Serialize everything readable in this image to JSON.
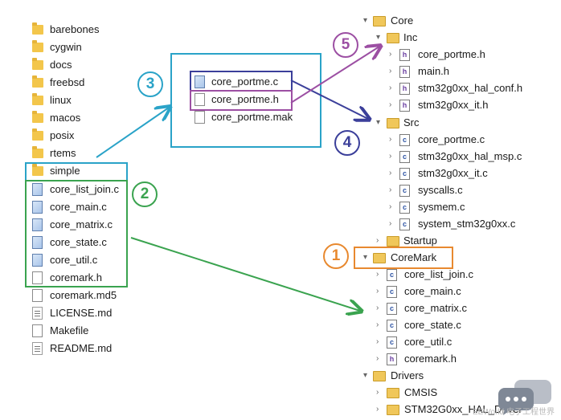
{
  "left_panel": {
    "folders": [
      "barebones",
      "cygwin",
      "docs",
      "freebsd",
      "linux",
      "macos",
      "posix",
      "rtems",
      "simple"
    ],
    "files": [
      {
        "name": "core_list_join.c",
        "kind": "c"
      },
      {
        "name": "core_main.c",
        "kind": "c"
      },
      {
        "name": "core_matrix.c",
        "kind": "c"
      },
      {
        "name": "core_state.c",
        "kind": "c"
      },
      {
        "name": "core_util.c",
        "kind": "c"
      },
      {
        "name": "coremark.h",
        "kind": "h"
      },
      {
        "name": "coremark.md5",
        "kind": "plain"
      },
      {
        "name": "LICENSE.md",
        "kind": "md"
      },
      {
        "name": "Makefile",
        "kind": "plain"
      },
      {
        "name": "README.md",
        "kind": "md"
      }
    ]
  },
  "popup": {
    "files": [
      "core_portme.c",
      "core_portme.h",
      "core_portme.mak"
    ]
  },
  "tree": {
    "core": {
      "label": "Core",
      "inc": {
        "label": "Inc",
        "files": [
          "core_portme.h",
          "main.h",
          "stm32g0xx_hal_conf.h",
          "stm32g0xx_it.h"
        ]
      },
      "src": {
        "label": "Src",
        "files": [
          "core_portme.c",
          "stm32g0xx_hal_msp.c",
          "stm32g0xx_it.c",
          "syscalls.c",
          "sysmem.c",
          "system_stm32g0xx.c"
        ]
      },
      "startup": {
        "label": "Startup"
      }
    },
    "coremark": {
      "label": "CoreMark",
      "files": [
        "core_list_join.c",
        "core_main.c",
        "core_matrix.c",
        "core_state.c",
        "core_util.c",
        "coremark.h"
      ]
    },
    "drivers": {
      "label": "Drivers",
      "children": [
        "CMSIS",
        "STM32G0xx_HAL_Driver"
      ]
    }
  },
  "badges": {
    "one": "1",
    "two": "2",
    "three": "3",
    "four": "4",
    "five": "5"
  },
  "colors": {
    "orange": "#e8892f",
    "green": "#3aa34f",
    "cyan": "#2aa3c8",
    "navy": "#3b3f9a",
    "purple": "#9c4fa3"
  },
  "watermark": "EEWorld 电子工程世界",
  "icons": [
    "folder-icon",
    "c-file-icon",
    "h-file-icon",
    "text-file-icon",
    "project-icon",
    "chat-bubble-icon"
  ]
}
